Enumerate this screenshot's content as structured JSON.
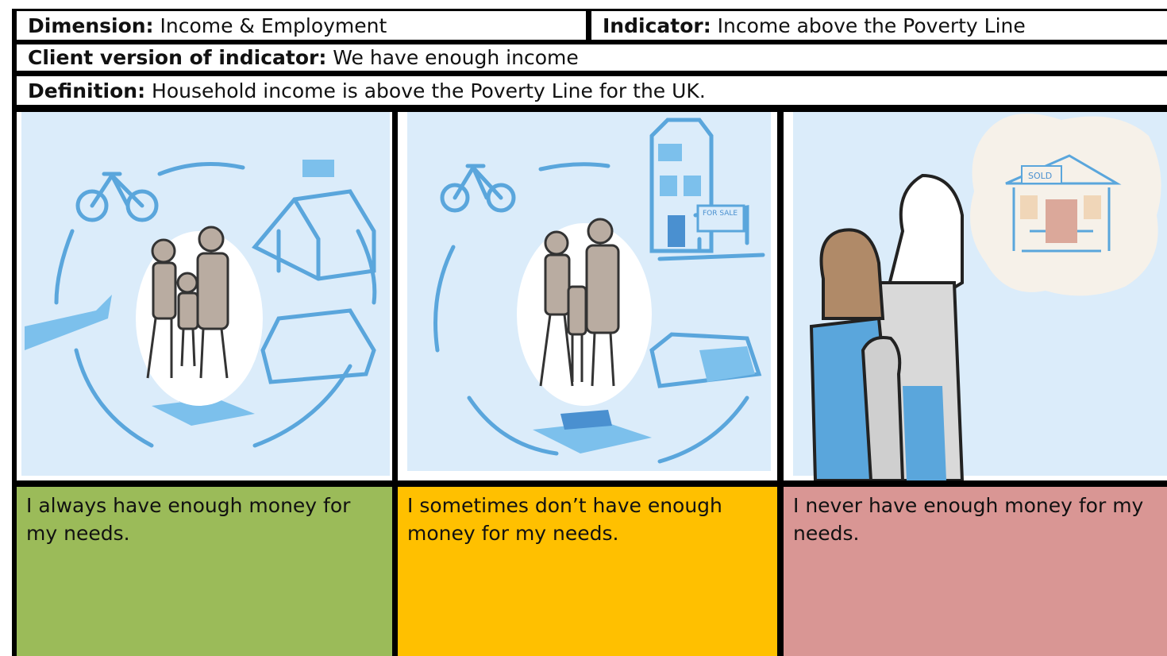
{
  "header": {
    "dimension_label": "Dimension:",
    "dimension_value": " Income & Employment",
    "indicator_label": "Indicator:",
    "indicator_value": " Income above the Poverty Line",
    "client_label": "Client version of indicator:",
    "client_value": " We have enough income",
    "definition_label": "Definition:",
    "definition_value": " Household income is above the Poverty Line for the UK."
  },
  "panels": [
    {
      "caption": "I always have enough money for my needs.",
      "color": "#9bbb59",
      "illustration": "family-with-bike-house-plane-car-graduation"
    },
    {
      "caption": "I sometimes don’t have enough money for my needs.",
      "color": "#ffc000",
      "illustration": "family-with-bike-house-for-sale-car-graduation"
    },
    {
      "caption": "I never have enough money for my needs.",
      "color": "#d99694",
      "illustration": "worried-family-thinking-of-sold-house"
    }
  ],
  "image_text": {
    "for_sale_sign": "FOR SALE",
    "sold_sign": "SOLD"
  }
}
